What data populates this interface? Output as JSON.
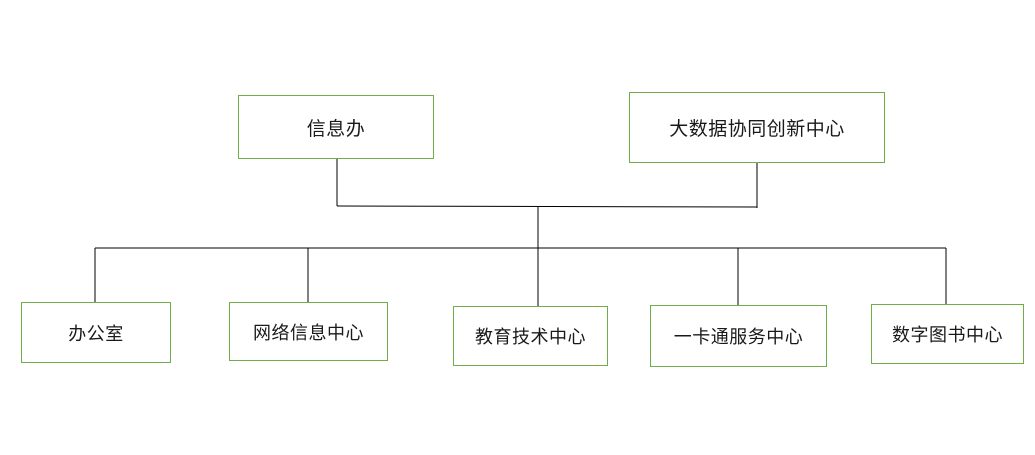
{
  "diagram": {
    "top_nodes": [
      {
        "id": "xinxiban",
        "label": "信息办"
      },
      {
        "id": "dashuju",
        "label": "大数据协同创新中心"
      }
    ],
    "bottom_nodes": [
      {
        "id": "bangongshi",
        "label": "办公室"
      },
      {
        "id": "wangluo",
        "label": "网络信息中心"
      },
      {
        "id": "jiaoyu",
        "label": "教育技术中心"
      },
      {
        "id": "yikatong",
        "label": "一卡通服务中心"
      },
      {
        "id": "shuzi",
        "label": "数字图书中心"
      }
    ],
    "colors": {
      "node_border": "#70ad47",
      "connector": "#000000",
      "text": "#1a1a1a"
    }
  }
}
